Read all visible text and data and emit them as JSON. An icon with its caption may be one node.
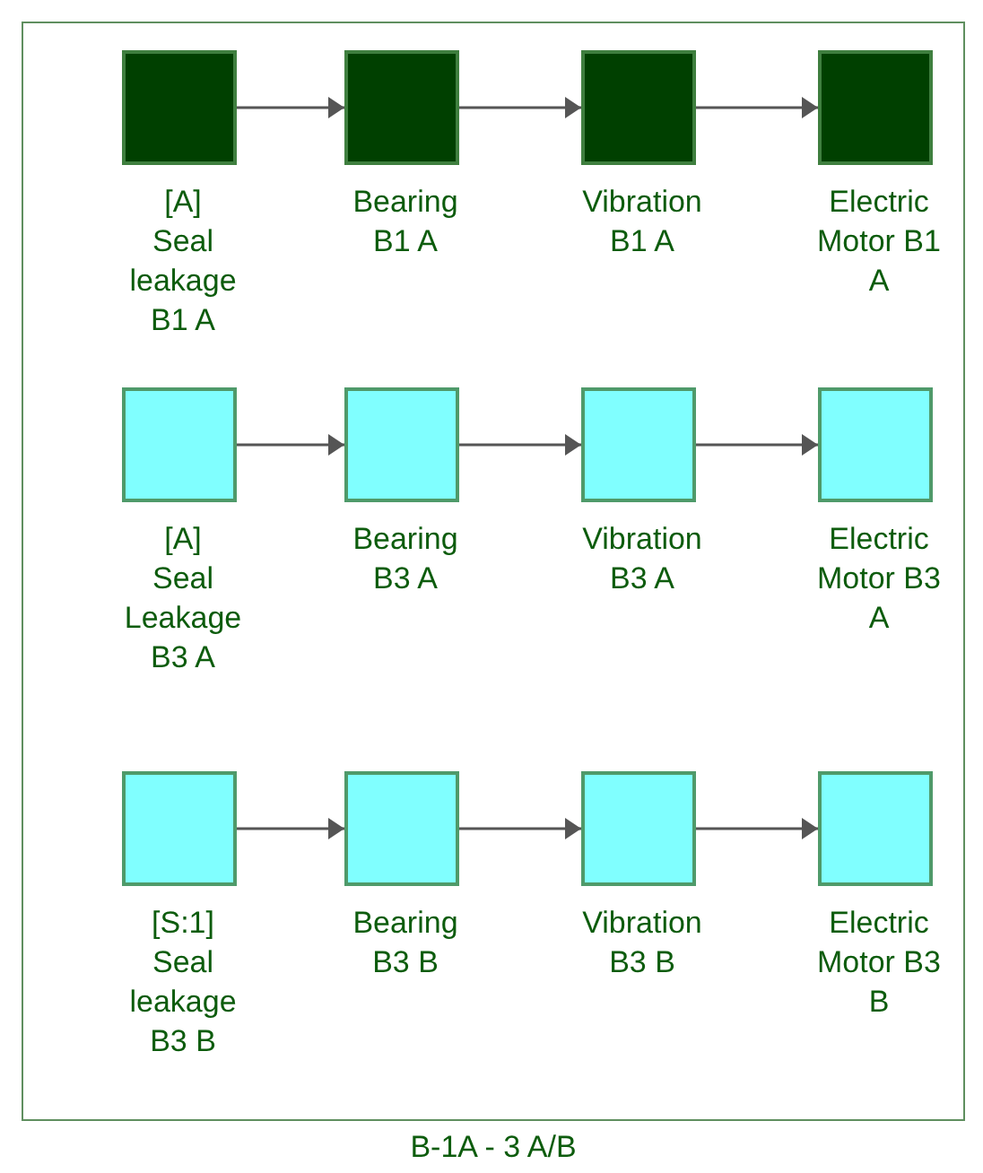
{
  "diagram": {
    "nodes": [
      {
        "text": [
          "B-1A - 3 A/B"
        ]
      },
      {
        "text": [
          "[A]",
          "Seal leakage B1 A"
        ],
        "in": 0
      },
      {
        "text": [
          "Bearing B1 A"
        ],
        "in": 0
      },
      {
        "text": [
          "Vibration B1 A"
        ],
        "in": 0
      },
      {
        "text": [
          "Electric Motor B1 A"
        ],
        "in": 0
      },
      {
        "text": [
          "[A]",
          "Seal Leakage B3 A"
        ],
        "in": 0
      },
      {
        "text": [
          "Bearing B3 A"
        ],
        "in": 0
      },
      {
        "text": [
          "Vibration B3 A"
        ],
        "in": 0
      },
      {
        "text": [
          "Electric Motor B3 A"
        ],
        "in": 0
      },
      {
        "text": [
          "[S:1]",
          "Seal leakage B3 B"
        ],
        "in": 0
      },
      {
        "text": [
          "Bearing B3 B"
        ],
        "in": 0
      },
      {
        "text": [
          "Vibration B3 B"
        ],
        "in": 0
      },
      {
        "text": [
          "Electric Motor B3 B"
        ],
        "in": 0
      }
    ],
    "edges": [
      {
        "from": 1,
        "to": 2,
        "arrow": "to"
      },
      {
        "from": 2,
        "to": 3,
        "arrow": "to"
      },
      {
        "from": 3,
        "to": 4,
        "arrow": "to"
      },
      {
        "from": 5,
        "to": 6,
        "arrow": "to"
      },
      {
        "from": 6,
        "to": 7,
        "arrow": "to"
      },
      {
        "from": 7,
        "to": 8,
        "arrow": "to"
      },
      {
        "from": 9,
        "to": 10,
        "arrow": "to"
      },
      {
        "from": 10,
        "to": 11,
        "arrow": "to"
      },
      {
        "from": 11,
        "to": 12,
        "arrow": "to"
      }
    ]
  }
}
